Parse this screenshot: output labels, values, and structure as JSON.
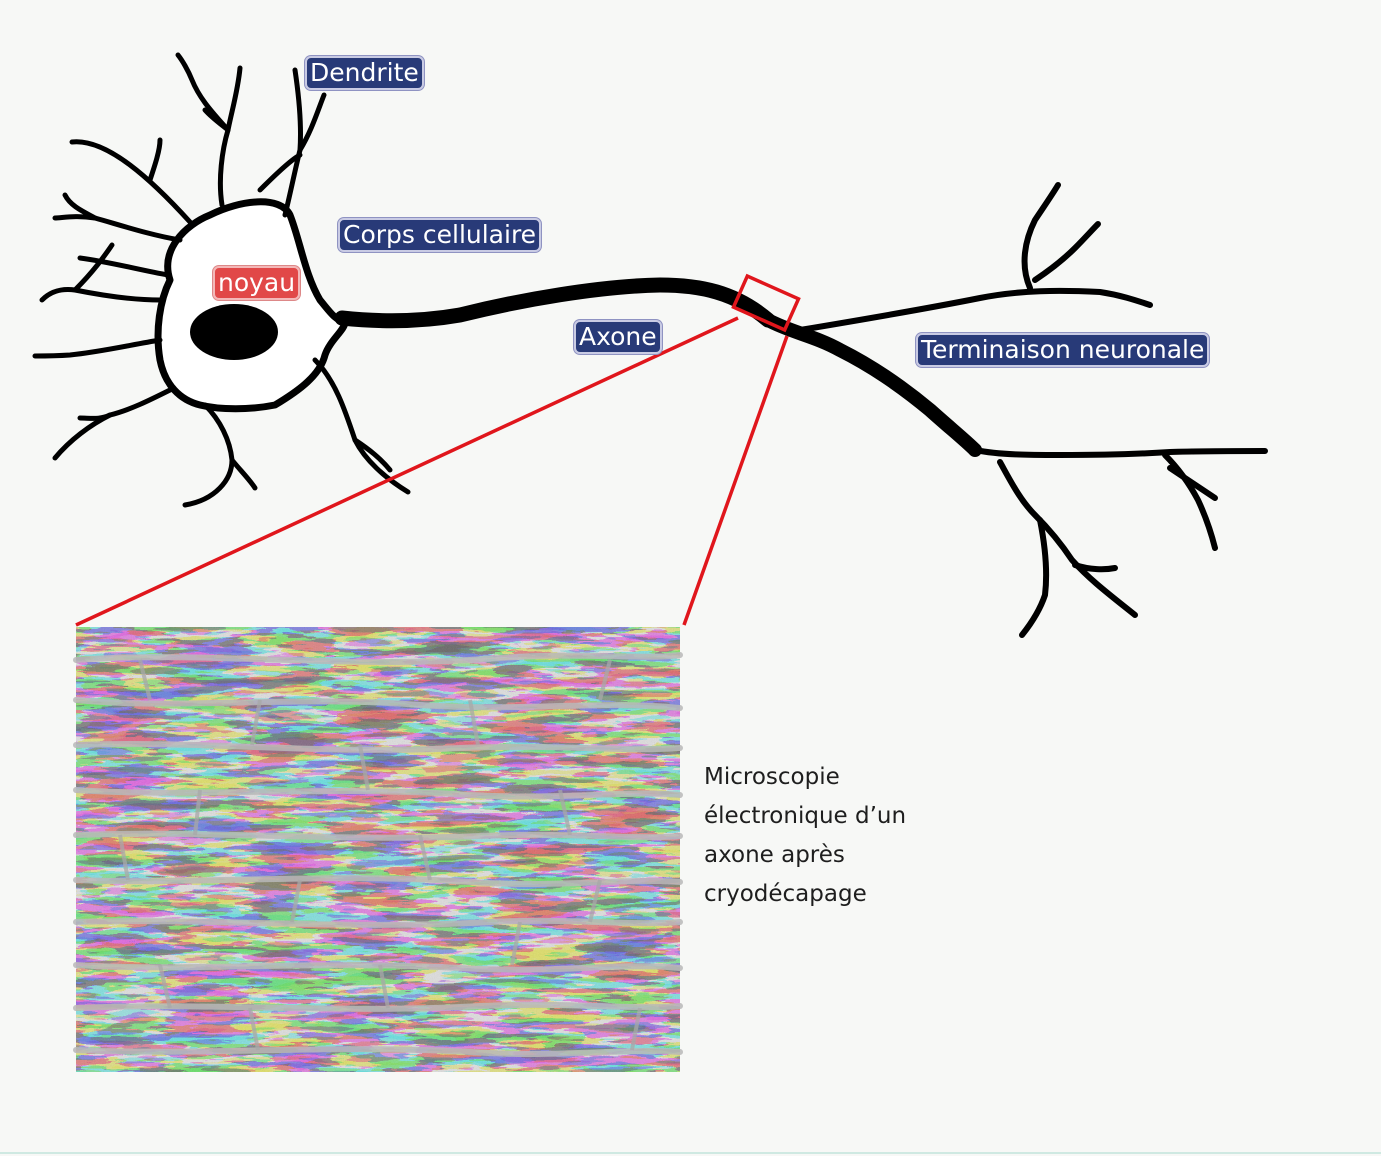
{
  "labels": {
    "dendrite": "Dendrite",
    "cell_body": "Corps cellulaire",
    "nucleus": "noyau",
    "axon": "Axone",
    "terminal": "Terminaison neuronale"
  },
  "caption_lines": [
    "Microscopie",
    "électronique d’un",
    "axone après",
    "cryodécapage"
  ],
  "colors": {
    "label_blue": "#283a78",
    "label_red": "#e14848",
    "zoom_red": "#e0161c",
    "neuron_ink": "#000000"
  },
  "micrograph": {
    "icon": "electron-micrograph-image"
  }
}
